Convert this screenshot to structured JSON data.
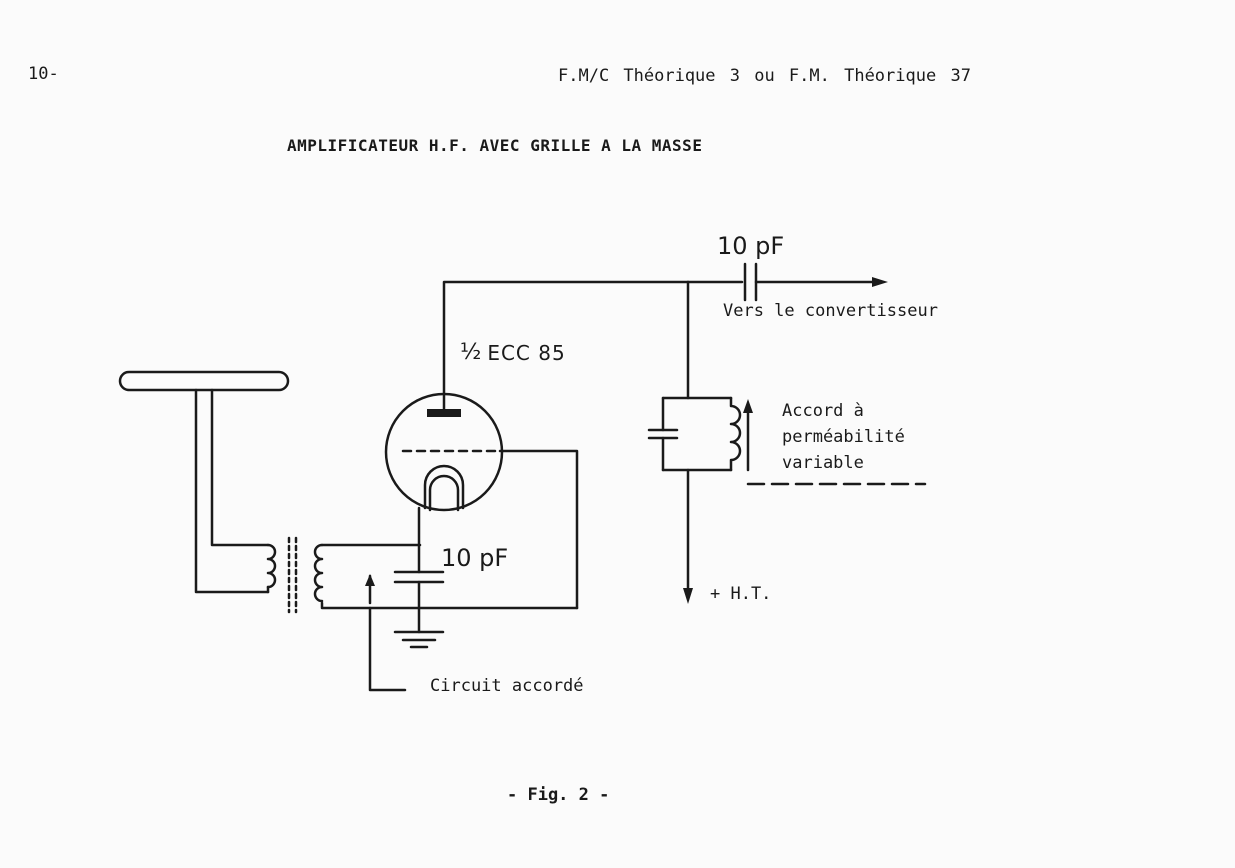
{
  "header": {
    "page_number": "10-",
    "reference": "F.M/C Théorique 3  ou  F.M. Théorique 37"
  },
  "title": "AMPLIFICATEUR H.F. AVEC GRILLE A LA MASSE",
  "diagram": {
    "output_capacitor": "10 pF",
    "output_label": "Vers le convertisseur",
    "tube_fraction": "½",
    "tube_name": "ECC 85",
    "tuning_label": "Accord à\nperméabilité\nvariable",
    "grid_capacitor": "10 pF",
    "ht_label": "+ H.T.",
    "circuit_label": "Circuit accordé"
  },
  "caption": "- Fig. 2 -"
}
